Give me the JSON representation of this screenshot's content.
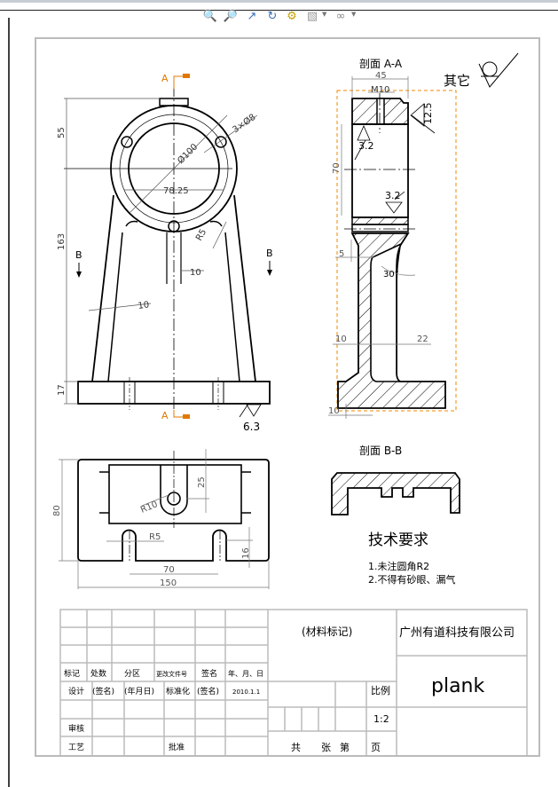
{
  "toolbar": {
    "buttons": [
      "zoom-in-icon",
      "zoom-area-icon",
      "pan-icon",
      "rotate-icon",
      "render-icon",
      "view-cube-icon",
      "glasses-icon"
    ]
  },
  "drawing": {
    "section_marks": {
      "a": "A",
      "b": "B"
    },
    "front_view": {
      "dim_55": "55",
      "dim_163": "163",
      "dim_17": "17",
      "dim_holes": "3×Ø8",
      "dim_dia": "Ø100",
      "dim_78": "78.25",
      "dim_r": "R5",
      "dim_10a": "10",
      "dim_10b": "10",
      "roughness": "6.3"
    },
    "section_aa": {
      "title": "剖面 A-A",
      "dim_45": "45",
      "dim_m10": "M10",
      "dim_70": "70",
      "rough_125": "12.5",
      "rough_32a": "3.2",
      "rough_32b": "3.2",
      "dim_5": "5",
      "angle": "30°",
      "dim_10": "10",
      "dim_22": "22",
      "dim_10b": "10",
      "other_label": "其它"
    },
    "bottom_view": {
      "dim_80": "80",
      "dim_25": "25",
      "dim_r10": "R10",
      "dim_r5": "R5",
      "dim_16": "16",
      "dim_70": "70",
      "dim_150": "150"
    },
    "section_bb": {
      "title": "剖面 B-B"
    },
    "requirements": {
      "title": "技术要求",
      "items": [
        "1.未注圆角R2",
        "2.不得有砂眼、漏气"
      ]
    }
  },
  "title_block": {
    "row_labels": [
      "标记",
      "处数",
      "分区",
      "更改文件号",
      "签名",
      "年、月、日"
    ],
    "design_row": [
      "设计",
      "(签名)",
      "(年月日)",
      "标准化",
      "(签名)",
      "2010.1.1"
    ],
    "review": "审核",
    "process": "工艺",
    "approve": "批准",
    "material": "(材料标记)",
    "company": "广州有道科技有限公司",
    "part_name": "plank",
    "scale_label": "比例",
    "scale_value": "1:2",
    "sheets": [
      "共",
      "张",
      "第",
      "页"
    ]
  }
}
